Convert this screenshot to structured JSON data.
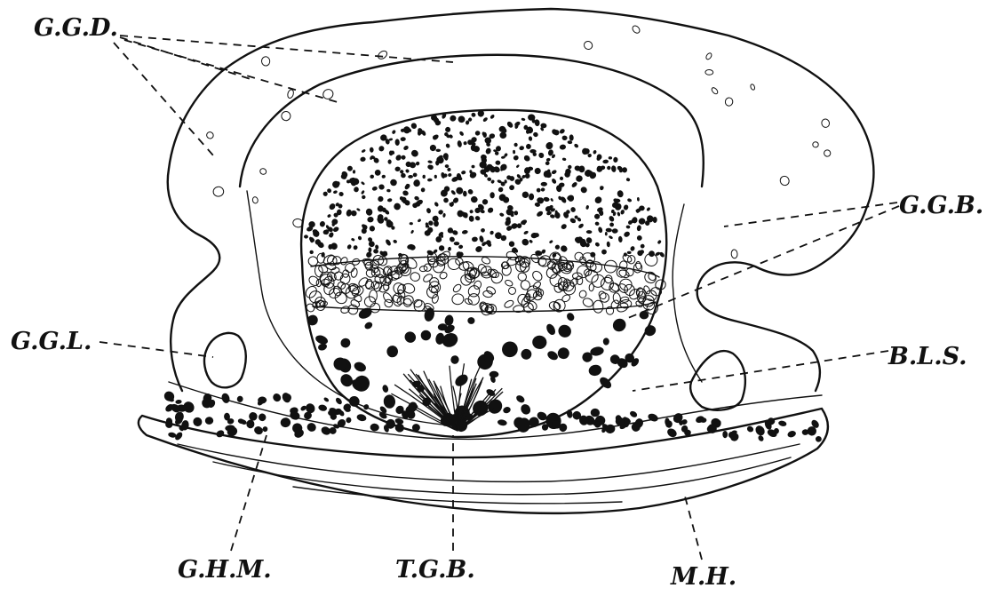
{
  "labels": {
    "ggd": "G.G.D.",
    "ggb": "G.G.B.",
    "ggl": "G.G.L.",
    "bls": "B.L.S.",
    "ghm": "G.H.M.",
    "tgb": "T.G.B.",
    "mh": "M.H."
  },
  "colors": {
    "ink": "#111111",
    "background": "#ffffff"
  }
}
